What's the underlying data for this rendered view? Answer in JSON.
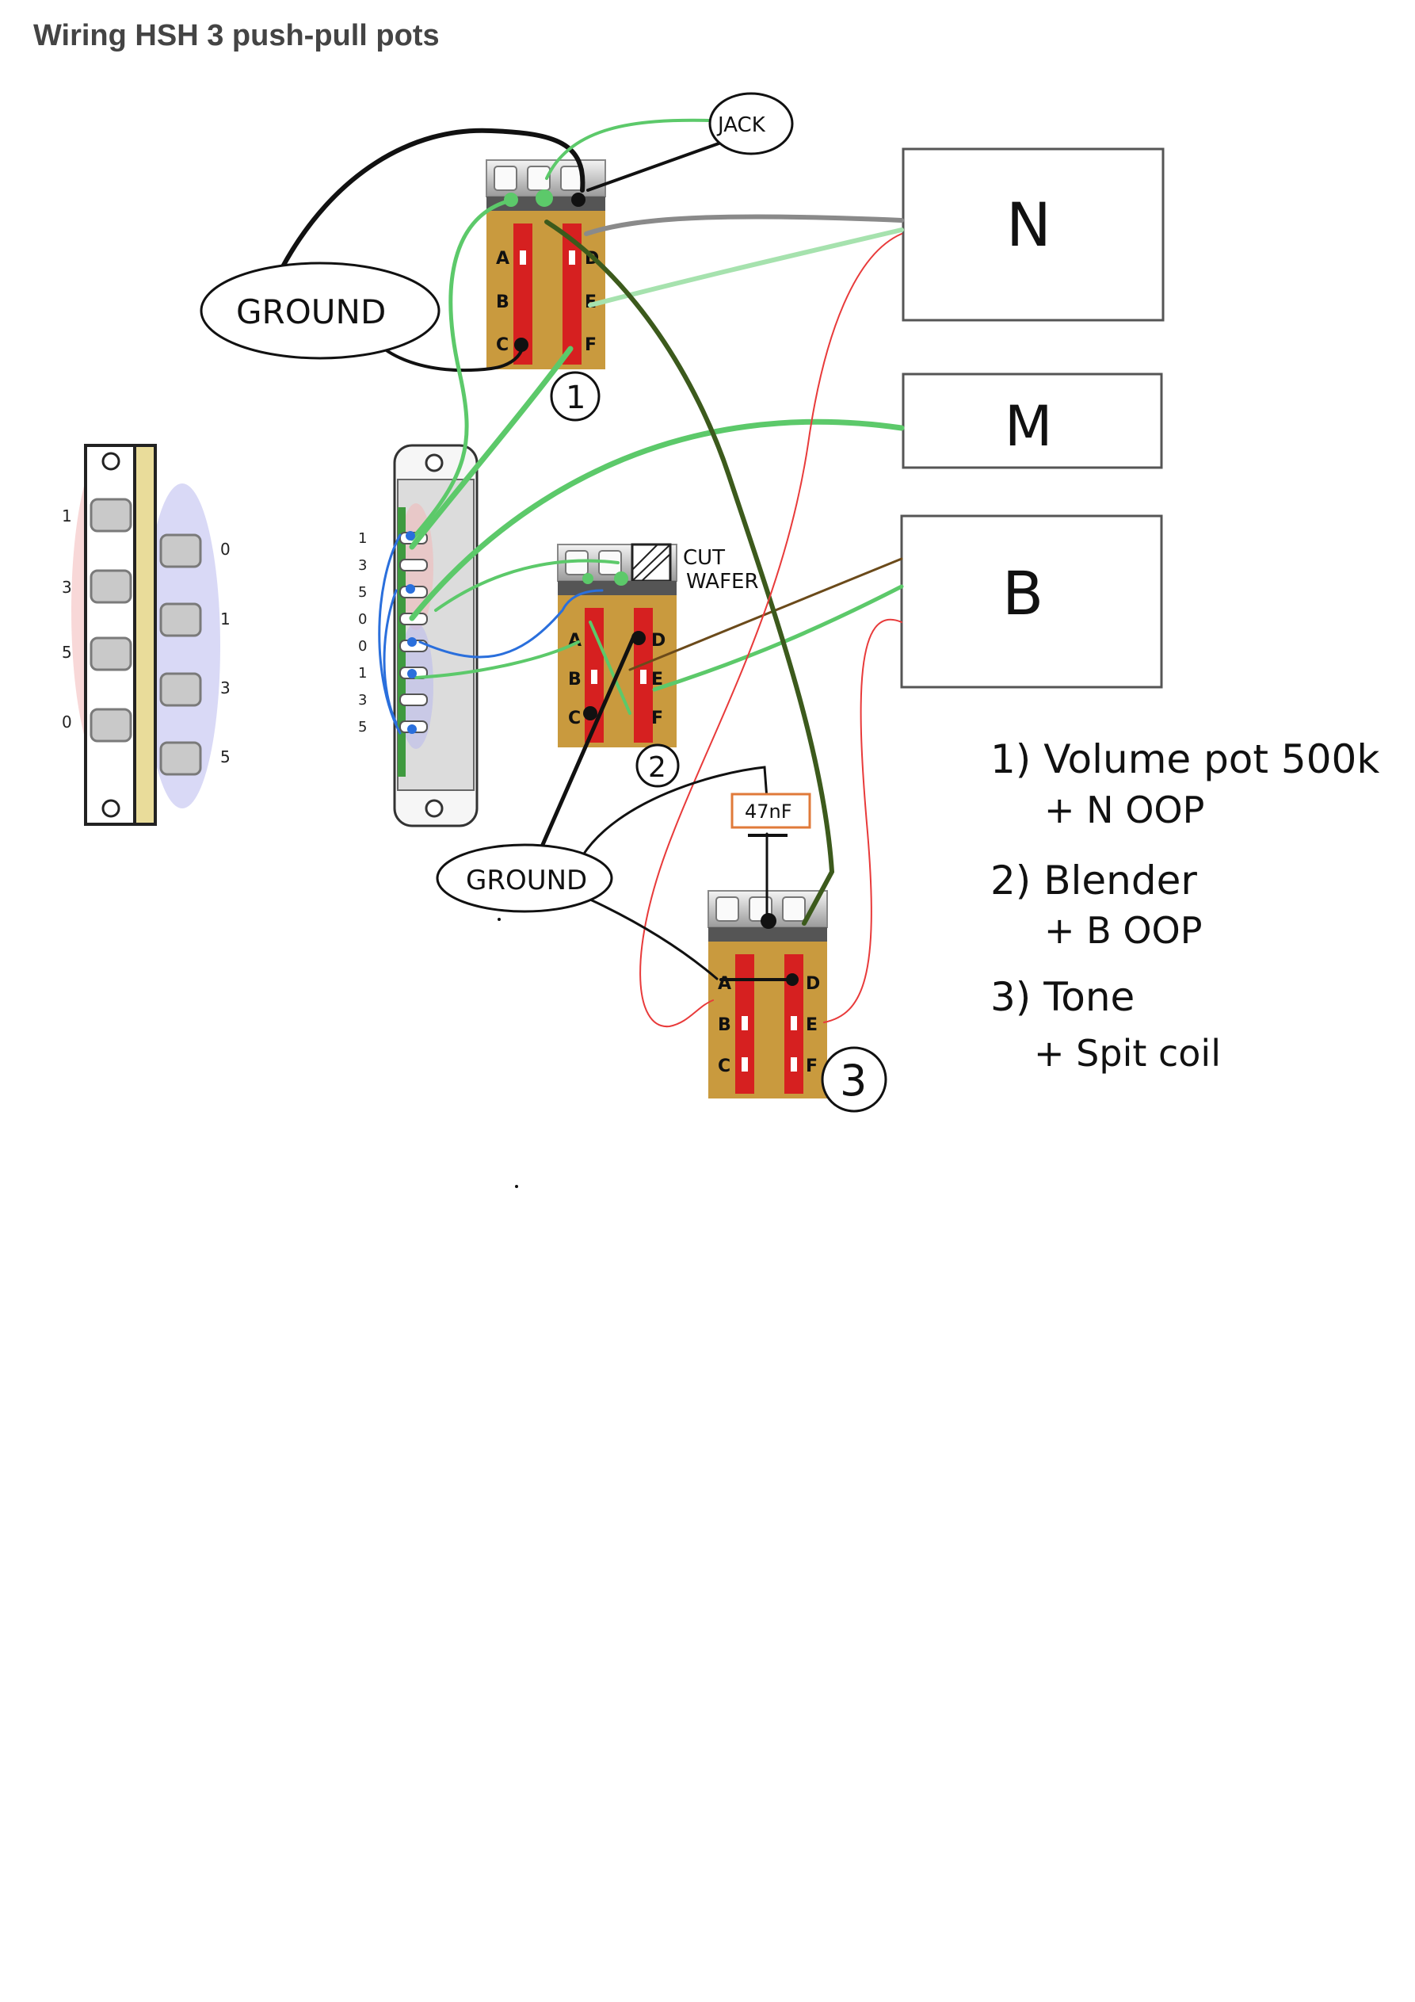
{
  "title": "Wiring HSH 3 push-pull pots",
  "labels": {
    "jack": "JACK",
    "ground_top": "GROUND",
    "ground_bottom": "GROUND",
    "cut_wafer_1": "CUT",
    "cut_wafer_2": "WAFER",
    "capacitor": "47nF",
    "pickup_n": "N",
    "pickup_m": "M",
    "pickup_b": "B",
    "pot_1": "1",
    "pot_2": "2",
    "pot_3": "3"
  },
  "lugs": [
    "A",
    "B",
    "C",
    "D",
    "E",
    "F"
  ],
  "switch_left_numbers": [
    "1",
    "3",
    "5",
    "0"
  ],
  "switch_right_numbers": [
    "0",
    "1",
    "3",
    "5"
  ],
  "switch_side_numbers": [
    "1",
    "3",
    "5",
    "0",
    "0",
    "1",
    "3",
    "5"
  ],
  "notes": [
    "1) Volume pot 500k",
    "+ N OOP",
    "2) Blender",
    "+ B OOP",
    "3) Tone",
    "+ Spit coil"
  ],
  "colors": {
    "green": "#5cc96a",
    "light_green": "#a6e2ae",
    "dark_green": "#3c5a1c",
    "black": "#111111",
    "gray": "#8a8a8a",
    "red": "#e83a3a",
    "blue": "#2a6fdc",
    "brown": "#6b4a1a",
    "pot_gold": "#c99a3e",
    "pot_red": "#d62020"
  }
}
